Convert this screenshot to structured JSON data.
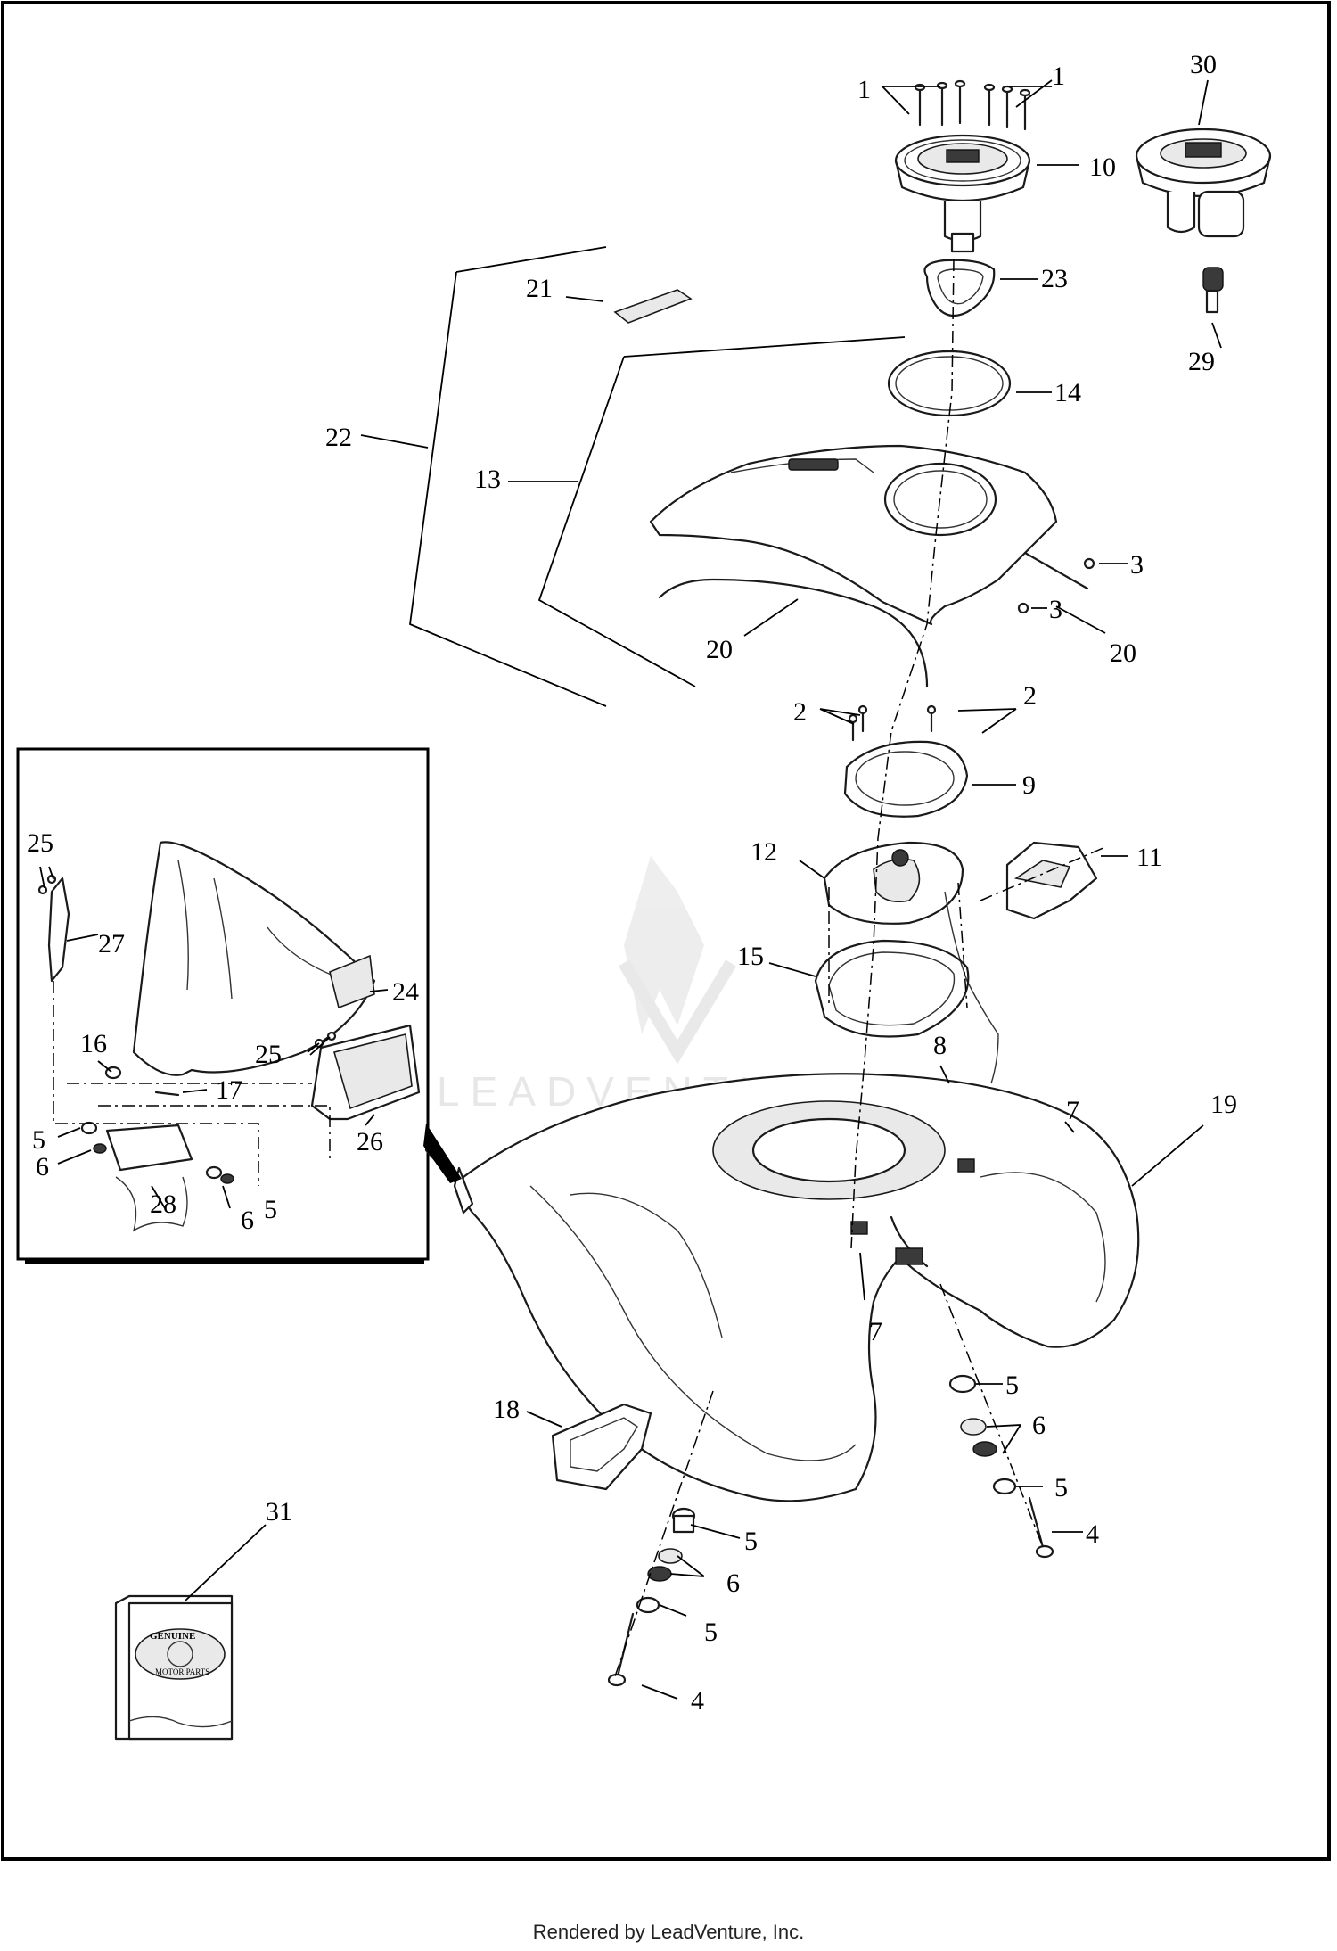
{
  "diagram": {
    "callouts": [
      {
        "id": "c1a",
        "text": "1"
      },
      {
        "id": "c1b",
        "text": "1"
      },
      {
        "id": "c2a",
        "text": "2"
      },
      {
        "id": "c2b",
        "text": "2"
      },
      {
        "id": "c3a",
        "text": "3"
      },
      {
        "id": "c3b",
        "text": "3"
      },
      {
        "id": "c4a",
        "text": "4"
      },
      {
        "id": "c4b",
        "text": "4"
      },
      {
        "id": "c5a",
        "text": "5"
      },
      {
        "id": "c5b",
        "text": "5"
      },
      {
        "id": "c5c",
        "text": "5"
      },
      {
        "id": "c5d",
        "text": "5"
      },
      {
        "id": "c5e",
        "text": "5"
      },
      {
        "id": "c5f",
        "text": "5"
      },
      {
        "id": "c6a",
        "text": "6"
      },
      {
        "id": "c6b",
        "text": "6"
      },
      {
        "id": "c6c",
        "text": "6"
      },
      {
        "id": "c6d",
        "text": "6"
      },
      {
        "id": "c7a",
        "text": "7"
      },
      {
        "id": "c7b",
        "text": "7"
      },
      {
        "id": "c8",
        "text": "8"
      },
      {
        "id": "c9",
        "text": "9"
      },
      {
        "id": "c10",
        "text": "10"
      },
      {
        "id": "c11",
        "text": "11"
      },
      {
        "id": "c12",
        "text": "12"
      },
      {
        "id": "c13",
        "text": "13"
      },
      {
        "id": "c14",
        "text": "14"
      },
      {
        "id": "c15",
        "text": "15"
      },
      {
        "id": "c16",
        "text": "16"
      },
      {
        "id": "c17",
        "text": "17"
      },
      {
        "id": "c18",
        "text": "18"
      },
      {
        "id": "c19",
        "text": "19"
      },
      {
        "id": "c20a",
        "text": "20"
      },
      {
        "id": "c20b",
        "text": "20"
      },
      {
        "id": "c21",
        "text": "21"
      },
      {
        "id": "c22",
        "text": "22"
      },
      {
        "id": "c23",
        "text": "23"
      },
      {
        "id": "c24",
        "text": "24"
      },
      {
        "id": "c25a",
        "text": "25"
      },
      {
        "id": "c25b",
        "text": "25"
      },
      {
        "id": "c26",
        "text": "26"
      },
      {
        "id": "c27",
        "text": "27"
      },
      {
        "id": "c28",
        "text": "28"
      },
      {
        "id": "c29",
        "text": "29"
      },
      {
        "id": "c30",
        "text": "30"
      },
      {
        "id": "c31",
        "text": "31"
      }
    ],
    "watermark": "LEADVENTURE",
    "box_badge": "GENUINE",
    "box_badge_sub": "MOTOR PARTS"
  },
  "footer": {
    "text": "Rendered by LeadVenture, Inc."
  }
}
